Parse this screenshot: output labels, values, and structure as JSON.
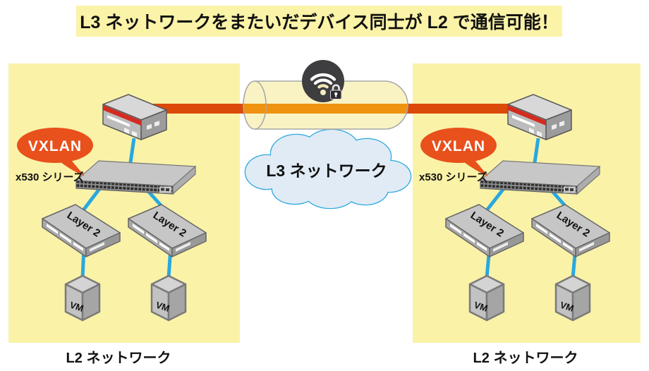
{
  "title": {
    "text": "L3 ネットワークをまたいだデバイス同士が L2 で通信可能！"
  },
  "cloud": {
    "label": "L3 ネットワーク"
  },
  "badges": {
    "vxlan": "VXLAN"
  },
  "devices": {
    "switch_model": "x530 シリーズ",
    "layer2_label": "Layer 2",
    "vm_label": "VM"
  },
  "networks": {
    "left_label": "L2 ネットワーク",
    "right_label": "L2 ネットワーク"
  },
  "icons": {
    "tunnel_security": "wifi-lock-icon"
  },
  "colors": {
    "panel_yellow": "#FAF2A7",
    "title_yellow": "#FBF3A8",
    "tunnel_red": "#DC4A09",
    "tunnel_orange_inside": "#EE9210",
    "cylinder_fill": "#F8F1BC",
    "connection_blue": "#29A8E0",
    "vxlan_orange": "#E8501C",
    "cloud_fill": "#E0EBF5",
    "cloud_stroke": "#2FA9DD",
    "wifi_circle_dark": "#3E3E41",
    "router_red_stripe": "#D42B20"
  }
}
